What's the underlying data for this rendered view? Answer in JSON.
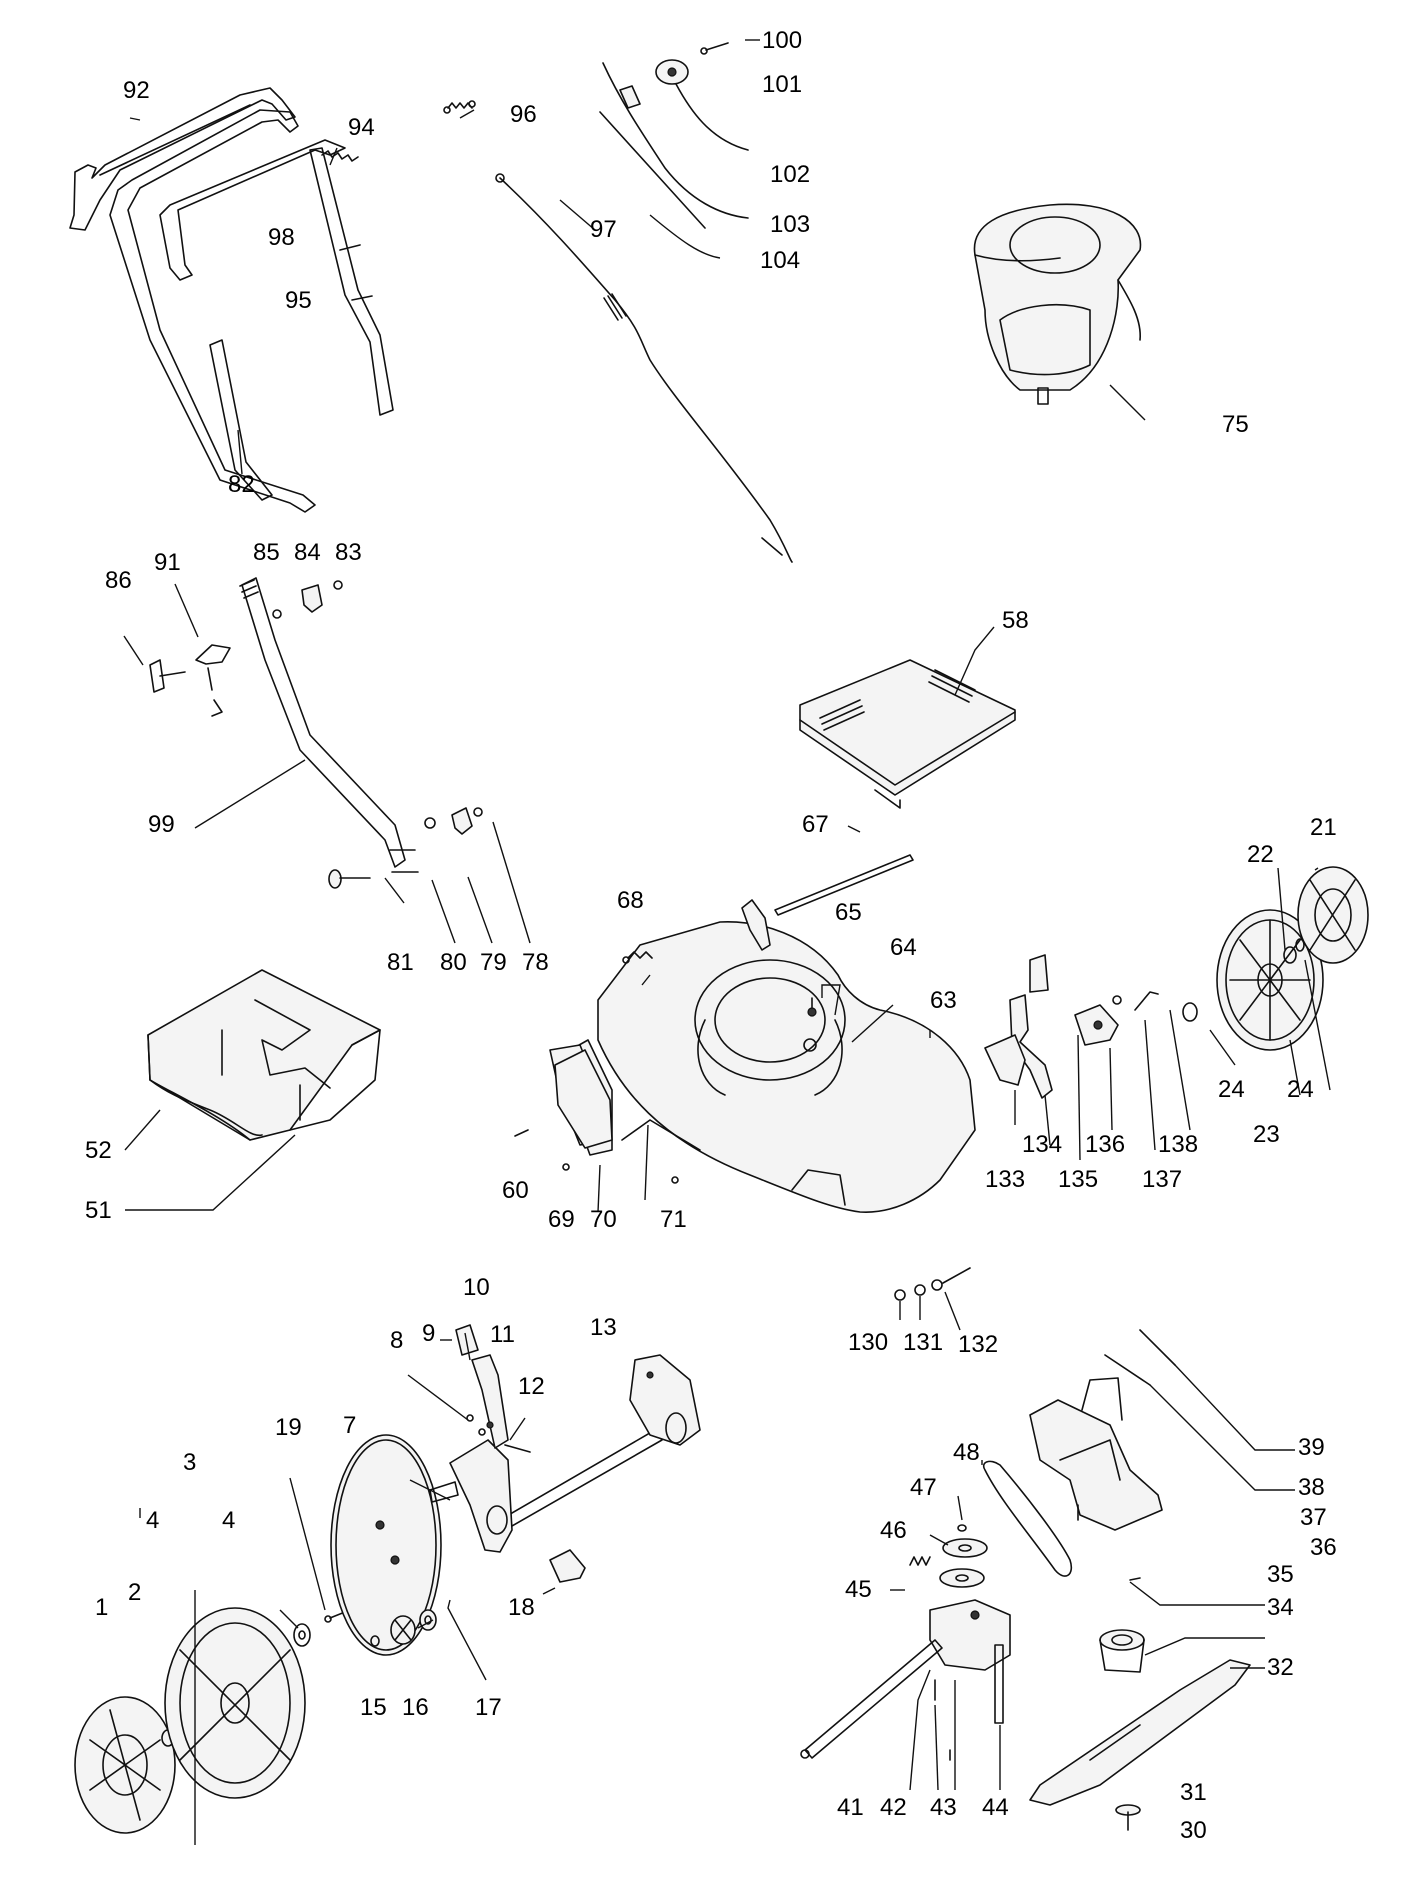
{
  "callouts": [
    {
      "id": "c1",
      "label": "1"
    },
    {
      "id": "c2",
      "label": "2"
    },
    {
      "id": "c3",
      "label": "3"
    },
    {
      "id": "c4a",
      "label": "4"
    },
    {
      "id": "c4b",
      "label": "4"
    },
    {
      "id": "c7",
      "label": "7"
    },
    {
      "id": "c8",
      "label": "8"
    },
    {
      "id": "c9",
      "label": "9"
    },
    {
      "id": "c10",
      "label": "10"
    },
    {
      "id": "c11",
      "label": "11"
    },
    {
      "id": "c12",
      "label": "12"
    },
    {
      "id": "c13",
      "label": "13"
    },
    {
      "id": "c15",
      "label": "15"
    },
    {
      "id": "c16",
      "label": "16"
    },
    {
      "id": "c17",
      "label": "17"
    },
    {
      "id": "c18",
      "label": "18"
    },
    {
      "id": "c19",
      "label": "19"
    },
    {
      "id": "c21",
      "label": "21"
    },
    {
      "id": "c22",
      "label": "22"
    },
    {
      "id": "c23",
      "label": "23"
    },
    {
      "id": "c24a",
      "label": "24"
    },
    {
      "id": "c24b",
      "label": "24"
    },
    {
      "id": "c30",
      "label": "30"
    },
    {
      "id": "c31",
      "label": "31"
    },
    {
      "id": "c32",
      "label": "32"
    },
    {
      "id": "c34",
      "label": "34"
    },
    {
      "id": "c35",
      "label": "35"
    },
    {
      "id": "c36",
      "label": "36"
    },
    {
      "id": "c37",
      "label": "37"
    },
    {
      "id": "c38",
      "label": "38"
    },
    {
      "id": "c39",
      "label": "39"
    },
    {
      "id": "c41",
      "label": "41"
    },
    {
      "id": "c42",
      "label": "42"
    },
    {
      "id": "c43",
      "label": "43"
    },
    {
      "id": "c44",
      "label": "44"
    },
    {
      "id": "c45",
      "label": "45"
    },
    {
      "id": "c46",
      "label": "46"
    },
    {
      "id": "c47",
      "label": "47"
    },
    {
      "id": "c48",
      "label": "48"
    },
    {
      "id": "c51",
      "label": "51"
    },
    {
      "id": "c52",
      "label": "52"
    },
    {
      "id": "c58",
      "label": "58"
    },
    {
      "id": "c60",
      "label": "60"
    },
    {
      "id": "c63",
      "label": "63"
    },
    {
      "id": "c64",
      "label": "64"
    },
    {
      "id": "c65",
      "label": "65"
    },
    {
      "id": "c67",
      "label": "67"
    },
    {
      "id": "c68",
      "label": "68"
    },
    {
      "id": "c69",
      "label": "69"
    },
    {
      "id": "c70",
      "label": "70"
    },
    {
      "id": "c71",
      "label": "71"
    },
    {
      "id": "c75",
      "label": "75"
    },
    {
      "id": "c78",
      "label": "78"
    },
    {
      "id": "c79",
      "label": "79"
    },
    {
      "id": "c80",
      "label": "80"
    },
    {
      "id": "c81",
      "label": "81"
    },
    {
      "id": "c82",
      "label": "82"
    },
    {
      "id": "c83",
      "label": "83"
    },
    {
      "id": "c84",
      "label": "84"
    },
    {
      "id": "c85",
      "label": "85"
    },
    {
      "id": "c86",
      "label": "86"
    },
    {
      "id": "c91",
      "label": "91"
    },
    {
      "id": "c92",
      "label": "92"
    },
    {
      "id": "c94",
      "label": "94"
    },
    {
      "id": "c95",
      "label": "95"
    },
    {
      "id": "c96",
      "label": "96"
    },
    {
      "id": "c97",
      "label": "97"
    },
    {
      "id": "c98",
      "label": "98"
    },
    {
      "id": "c99",
      "label": "99"
    },
    {
      "id": "c100",
      "label": "100"
    },
    {
      "id": "c101",
      "label": "101"
    },
    {
      "id": "c102",
      "label": "102"
    },
    {
      "id": "c103",
      "label": "103"
    },
    {
      "id": "c104",
      "label": "104"
    },
    {
      "id": "c130",
      "label": "130"
    },
    {
      "id": "c131",
      "label": "131"
    },
    {
      "id": "c132",
      "label": "132"
    },
    {
      "id": "c133",
      "label": "133"
    },
    {
      "id": "c134",
      "label": "134"
    },
    {
      "id": "c135",
      "label": "135"
    },
    {
      "id": "c136",
      "label": "136"
    },
    {
      "id": "c137",
      "label": "137"
    },
    {
      "id": "c138",
      "label": "138"
    }
  ]
}
